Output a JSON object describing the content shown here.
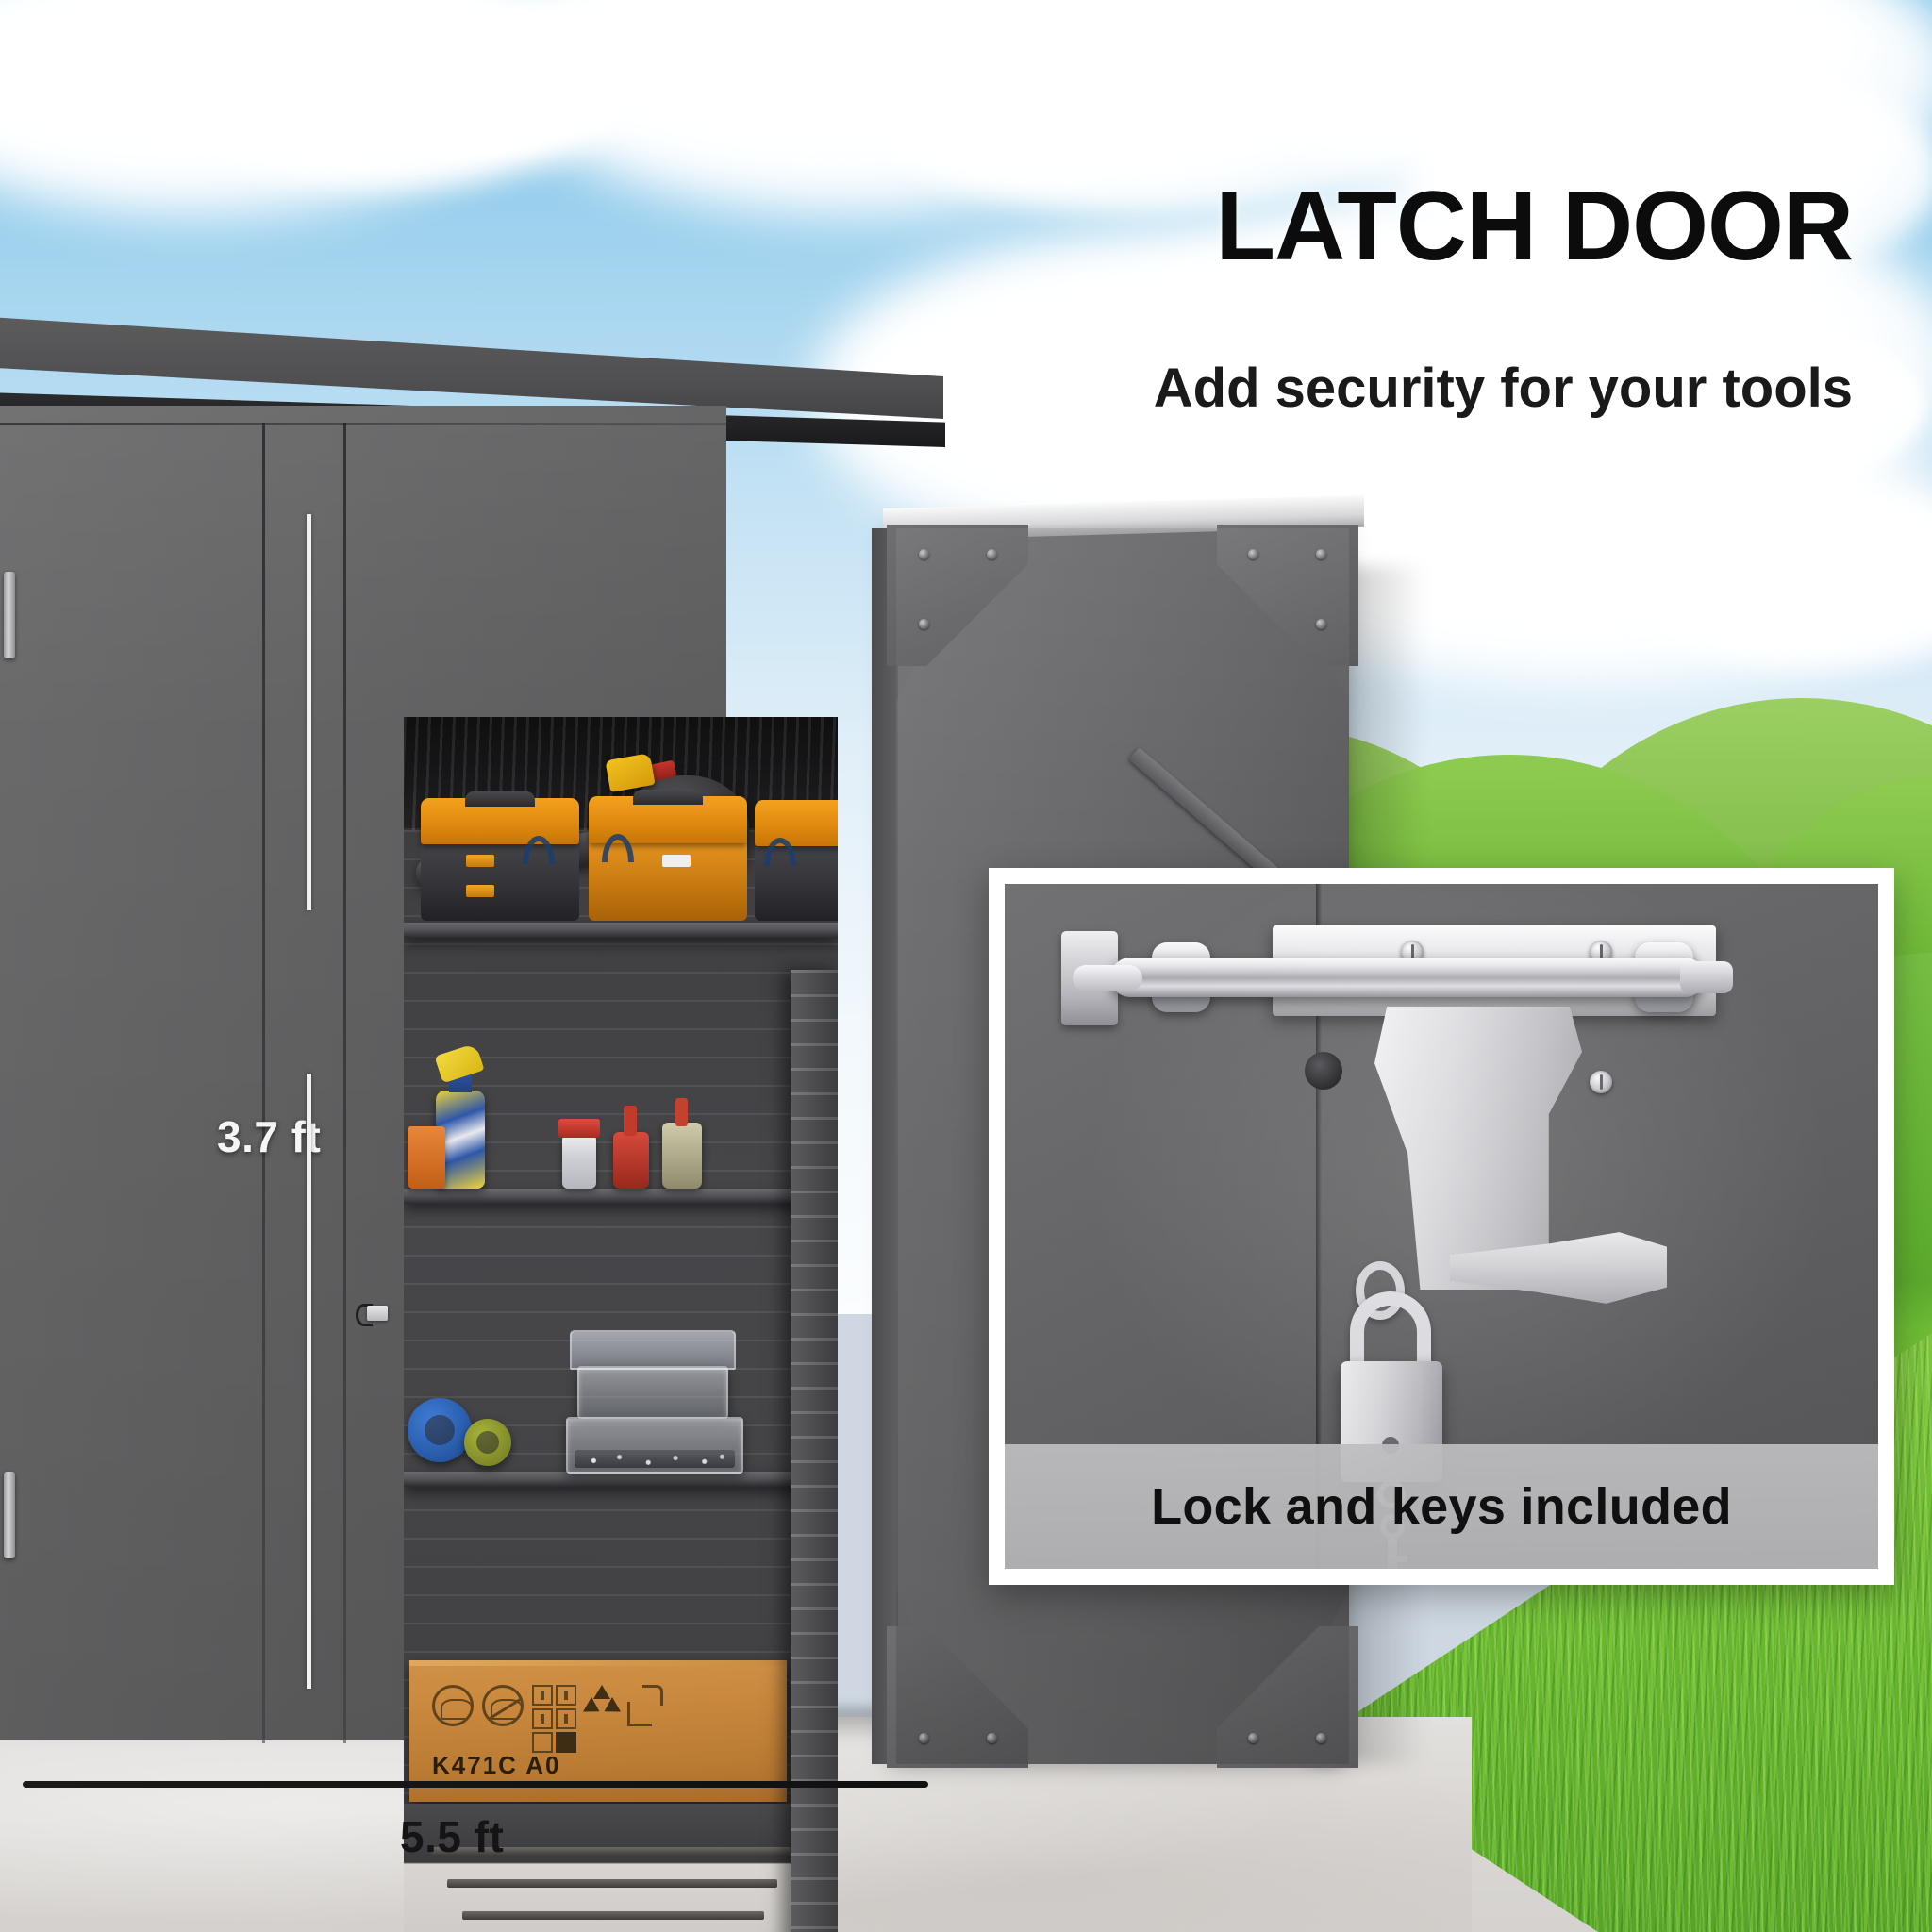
{
  "headline": {
    "title": "LATCH DOOR",
    "subtitle": "Add security for your tools"
  },
  "dimensions": {
    "height_label": "3.7 ft",
    "width_label": "5.5 ft"
  },
  "inset_panel": {
    "caption": "Lock and keys included"
  },
  "interior": {
    "carton_code": "K471C A0"
  },
  "colors": {
    "shed_body": "#63636"
  }
}
